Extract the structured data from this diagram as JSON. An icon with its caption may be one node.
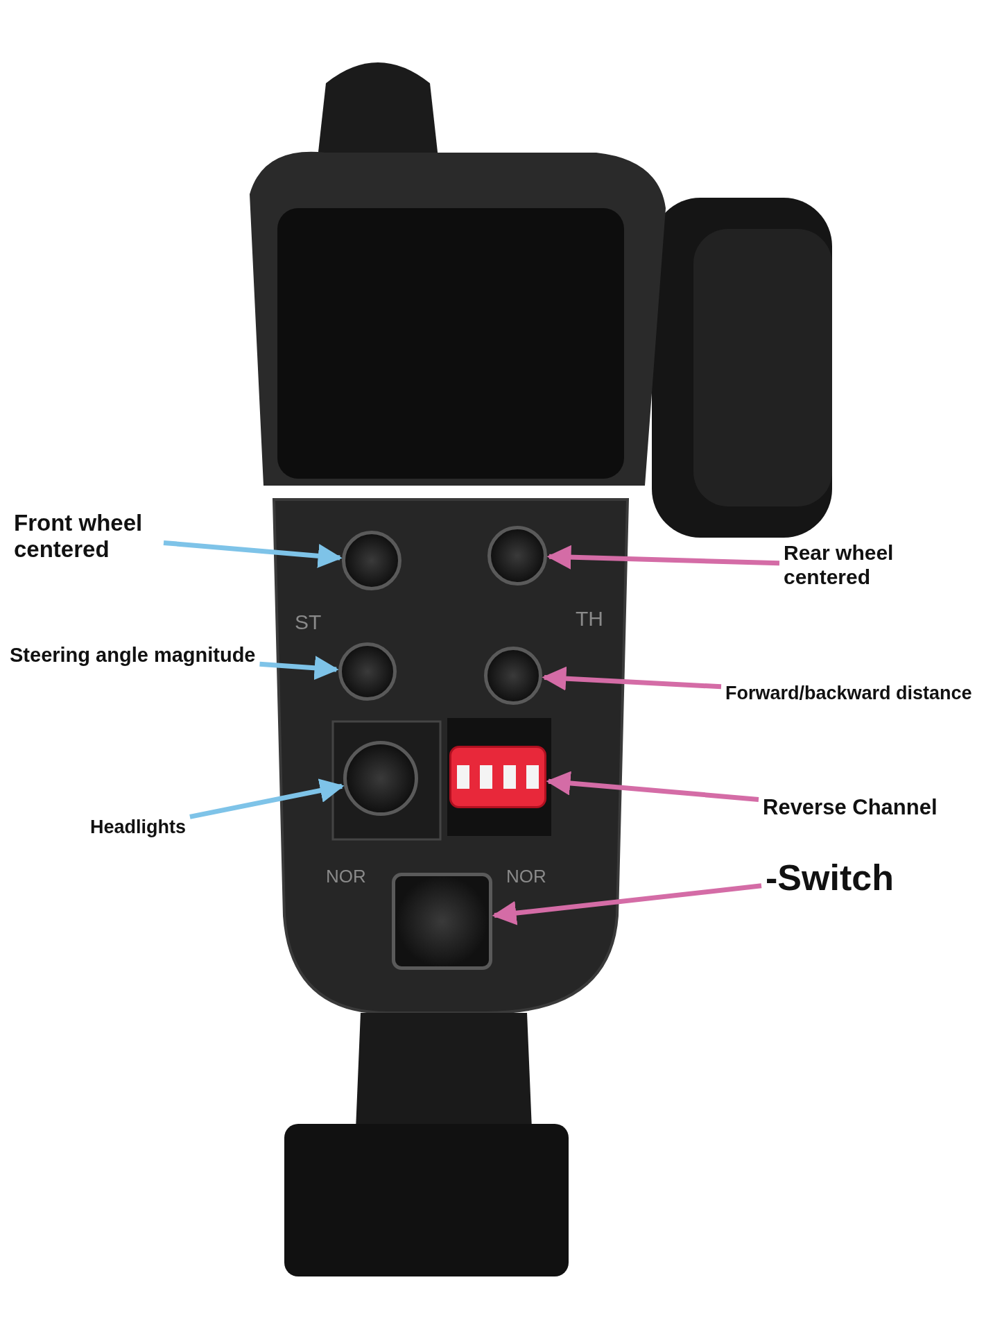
{
  "diagram": {
    "nodes": [
      {
        "text": [
          "Front wheel centered"
        ]
      },
      {
        "text": [],
        "shape": "circle"
      },
      {
        "text": [
          "Rear wheel centered"
        ]
      },
      {
        "text": [],
        "shape": "circle"
      },
      {
        "text": [
          "Steering angle magnitude"
        ]
      },
      {
        "text": [],
        "shape": "circle"
      },
      {
        "text": [
          "Forward/backward distance"
        ]
      },
      {
        "text": [],
        "shape": "circle"
      },
      {
        "text": [
          "Headlights"
        ]
      },
      {
        "text": [],
        "shape": "circle"
      },
      {
        "text": [
          "Reverse Channel"
        ]
      },
      {
        "text": [],
        "shape": "box"
      },
      {
        "text": [
          "-Switch"
        ]
      },
      {
        "text": [],
        "shape": "box"
      }
    ],
    "edges": [
      {
        "from": 0,
        "to": 1,
        "arrow": "to",
        "color": "#7ec3e8"
      },
      {
        "from": 2,
        "to": 3,
        "arrow": "to",
        "color": "#d46ca6"
      },
      {
        "from": 4,
        "to": 5,
        "arrow": "to",
        "color": "#7ec3e8"
      },
      {
        "from": 6,
        "to": 7,
        "arrow": "to",
        "color": "#d46ca6"
      },
      {
        "from": 8,
        "to": 9,
        "arrow": "to",
        "color": "#7ec3e8"
      },
      {
        "from": 10,
        "to": 11,
        "arrow": "to",
        "color": "#d46ca6"
      },
      {
        "from": 12,
        "to": 13,
        "arrow": "to",
        "color": "#d46ca6"
      }
    ],
    "labels": [
      "ST",
      "TH",
      "NOR",
      "NOR"
    ]
  }
}
